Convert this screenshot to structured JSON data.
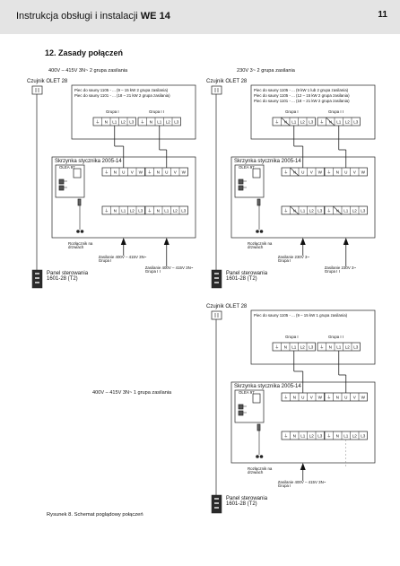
{
  "header": {
    "title_prefix": "Instrukcja obsługi i instalacji",
    "title_model": "WE 14",
    "page_number": "11"
  },
  "section_title": "12.  Zasady połączeń",
  "caption": "Rysunek 8. Schemat poglądowy połączeń",
  "diagrams": {
    "a": {
      "supply": "400V – 415V 3N~   2 grupa zasilania",
      "sensor": "Czujnik OLET 28",
      "heater_lines": [
        "Piec do sauny   1105 - ...     (9 – 15 kW  2 grupa zasilania)",
        "Piec do sauny   1101 - ...     (18 – 21 kW  2 grupa zasilania)"
      ],
      "group1": "Grupa I",
      "group2": "Grupa I I",
      "box": "Skrzynka stycznika  2005-14",
      "olea": "OLEA 97",
      "switch": "Rozłącznik na\ndrzwiach",
      "panel": "Panel sterowania\n1601-28 (T2)",
      "feed1": "Zasilanie 400V – 415V 3N~\nGrupa I",
      "feed2": "Zasilanie 400V – 415V 3N~\nGrupa I I"
    },
    "b": {
      "supply": "230V 3~     2 grupa zasilania",
      "sensor": "Czujnik OLET 28",
      "heater_lines": [
        "Piec do sauny   1105 - ...     (9 kW  1 lub 2 grupa zasilania)",
        "Piec do sauny   1105 - ...     (12 – 15 kW  2 grupa zasilania)",
        "Piec do sauny   1101 - ...     (18 – 21 kW  2 grupa zasilania)"
      ],
      "group1": "Grupa I",
      "group2": "Grupa I I",
      "box": "Skrzynka stycznika  2005-14",
      "olea": "OLEA 97",
      "switch": "Rozłącznik na\ndrzwiach",
      "panel": "Panel sterowania\n1601-28 (T2)",
      "feed1": "Zasilanie 230V 3~\nGrupa I",
      "feed2": "Zasilanie 230V 3~\nGrupa I I"
    },
    "c": {
      "supply": "400V – 415V 3N~    1 grupa zasilania",
      "sensor": "Czujnik OLET 28",
      "heater_lines": [
        "Piec do sauny   1105 - ...     (9 – 15 kW  1 grupa zasilania)"
      ],
      "group1": "Grupa I",
      "group2": "Grupa I I",
      "box": "Skrzynka stycznika  2005-14",
      "olea": "OLEA 97",
      "switch": "Rozłącznik na\ndrzwiach",
      "panel": "Panel sterowania\n1601-28 (T2)",
      "feed1": "Zasilanie 400V – 415V 3N~\nGrupa I"
    }
  },
  "terminals": {
    "heater": [
      "⏚",
      "N",
      "L1",
      "L2",
      "L3"
    ],
    "contactor": [
      "⏚",
      "N",
      "U",
      "V",
      "W"
    ],
    "supply": [
      "⏚",
      "N",
      "L1",
      "L2",
      "L3"
    ]
  }
}
